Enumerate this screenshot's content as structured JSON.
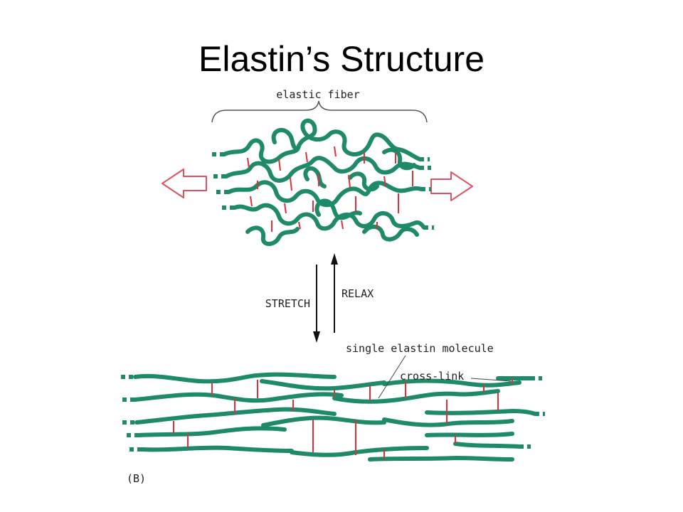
{
  "title": "Elastin’s Structure",
  "labels": {
    "elastic_fiber": "elastic fiber",
    "stretch": "STRETCH",
    "relax": "RELAX",
    "single_elastin_molecule": "single elastin molecule",
    "cross_link": "cross-link",
    "panel": "(B)"
  },
  "colors": {
    "fiber": "#1f8a6a",
    "crosslink": "#d8323c",
    "pull_arrow_stroke": "#e05060",
    "text": "#222222"
  }
}
